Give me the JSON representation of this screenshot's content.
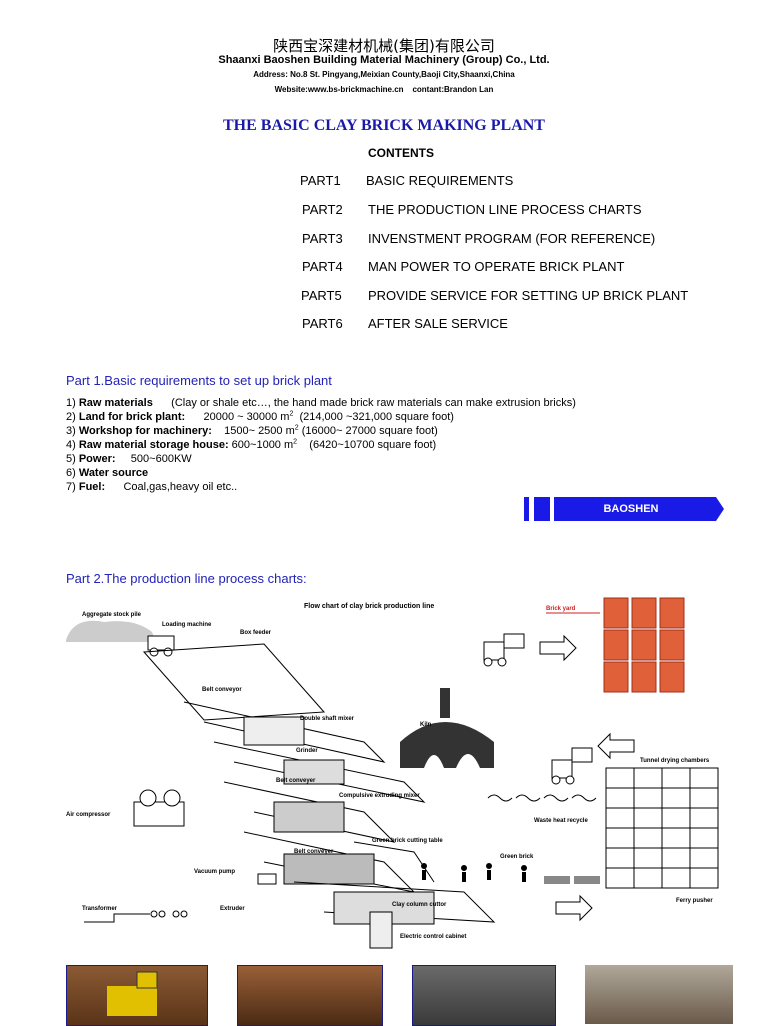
{
  "header": {
    "company_cn": "陕西宝深建材机械(集团)有限公司",
    "company_en": "Shaanxi Baoshen Building Material Machinery (Group) Co., Ltd.",
    "address": "Address: No.8 St. Pingyang,Meixian County,Baoji City,Shaanxi,China",
    "website": "Website:www.bs-brickmachine.cn    contant:Brandon Lan"
  },
  "title": "THE BASIC CLAY BRICK MAKING PLANT",
  "contents_label": "CONTENTS",
  "toc": [
    {
      "part": "PART1",
      "text": "BASIC REQUIREMENTS"
    },
    {
      "part": "PART2",
      "text": "THE PRODUCTION LINE PROCESS CHARTS"
    },
    {
      "part": "PART3",
      "text": "INVENSTMENT PROGRAM (FOR REFERENCE)"
    },
    {
      "part": "PART4",
      "text": "MAN POWER TO OPERATE BRICK PLANT"
    },
    {
      "part": "PART5",
      "text": "PROVIDE SERVICE FOR SETTING UP BRICK PLANT"
    },
    {
      "part": "PART6",
      "text": "AFTER SALE SERVICE"
    }
  ],
  "part1": {
    "heading": "Part 1.Basic requirements to set up brick plant",
    "items": [
      {
        "num": "1) ",
        "label": "Raw materials",
        "value": "      (Clay or shale etc…, the hand made brick raw materials can make extrusion bricks)"
      },
      {
        "num": "2) ",
        "label": "Land for brick plant:",
        "value": "      20000 ~ 30000 m",
        "sup": "2",
        "tail": "  (214,000 ~321,000 square foot)"
      },
      {
        "num": "3) ",
        "label": "Workshop for machinery:",
        "value": "    1500~ 2500 m",
        "sup": "2",
        "tail": " (16000~ 27000 square foot)"
      },
      {
        "num": "4) ",
        "label": "Raw material storage house:",
        "value": " 600~1000 m",
        "sup": "2",
        "tail": "    (6420~10700 square foot)"
      },
      {
        "num": "5) ",
        "label": "Power:",
        "value": "     500~600KW"
      },
      {
        "num": "6) ",
        "label": "Water source",
        "value": ""
      },
      {
        "num": "7) ",
        "label": "Fuel:",
        "value": "      Coal,gas,heavy oil etc.."
      }
    ]
  },
  "banner": {
    "label": "BAOSHEN",
    "color": "#1a1ae6"
  },
  "part2": {
    "heading": "Part 2.The production line process charts:"
  },
  "flowchart": {
    "title": "Flow chart of clay brick production line",
    "labels": {
      "aggregate": "Aggregate stock pile",
      "loading": "Loading machine",
      "box_feeder": "Box feeder",
      "belt1": "Belt conveyor",
      "mixer": "Double shaft mixer",
      "grinder": "Grinder",
      "belt2": "Belt conveyer",
      "extruding": "Compulsive extruding mixer",
      "air": "Air compressor",
      "cutting": "Green brick cutting table",
      "belt3": "Belt conveyer",
      "vacuum": "Vacuum pump",
      "green_brick": "Green brick",
      "transformer": "Transformer",
      "extruder": "Extruder",
      "clay_cutter": "Clay column cuttor",
      "cabinet": "Electric control cabinet",
      "kiln": "Kiln",
      "brick_yard": "Brick yard",
      "tunnel": "Tunnel drying chambers",
      "waste_heat": "Waste heat recycle",
      "ferry": "Ferry pusher"
    }
  },
  "accent_title": "#1a1aa8",
  "accent_heading": "#2222b8",
  "brick_color": "#e0603a"
}
